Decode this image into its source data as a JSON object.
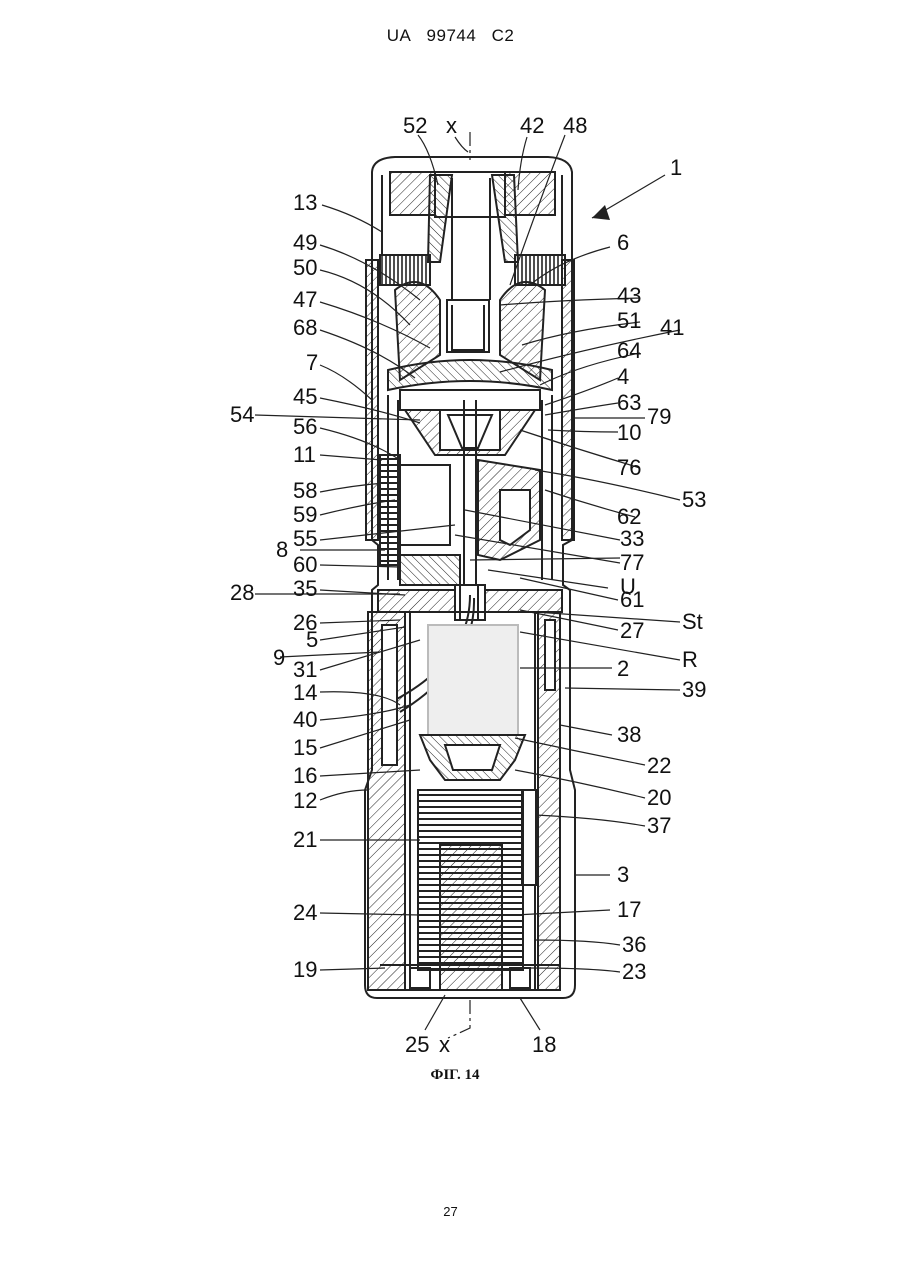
{
  "header": {
    "country": "UA",
    "number": "99744",
    "kind": "C2"
  },
  "figure": {
    "caption": "ФІГ. 14",
    "labels": {
      "l52": "52",
      "lx_top": "x",
      "l42": "42",
      "l48": "48",
      "l1": "1",
      "l13": "13",
      "l6": "6",
      "l49": "49",
      "l50": "50",
      "l43": "43",
      "l47": "47",
      "l51": "51",
      "l41": "41",
      "l68": "68",
      "l64": "64",
      "l7": "7",
      "l4": "4",
      "l45": "45",
      "l63": "63",
      "l54": "54",
      "l79": "79",
      "l56": "56",
      "l10": "10",
      "l11": "11",
      "l76": "76",
      "l58": "58",
      "l53": "53",
      "l59": "59",
      "l62": "62",
      "l55": "55",
      "l33": "33",
      "l8": "8",
      "l77": "77",
      "l60": "60",
      "lU": "U",
      "l35": "35",
      "l61": "61",
      "l28": "28",
      "lSt": "St",
      "l26": "26",
      "l27": "27",
      "l5": "5",
      "l9": "9",
      "lR": "R",
      "l31": "31",
      "l2": "2",
      "l14": "14",
      "l39": "39",
      "l40": "40",
      "l38": "38",
      "l15": "15",
      "l22": "22",
      "l16": "16",
      "l20": "20",
      "l12": "12",
      "l37": "37",
      "l21": "21",
      "l3": "3",
      "l24": "24",
      "l17": "17",
      "l36": "36",
      "l19": "19",
      "l23": "23",
      "l25": "25",
      "lx_bottom": "x",
      "l18": "18"
    }
  },
  "page_number": "27"
}
